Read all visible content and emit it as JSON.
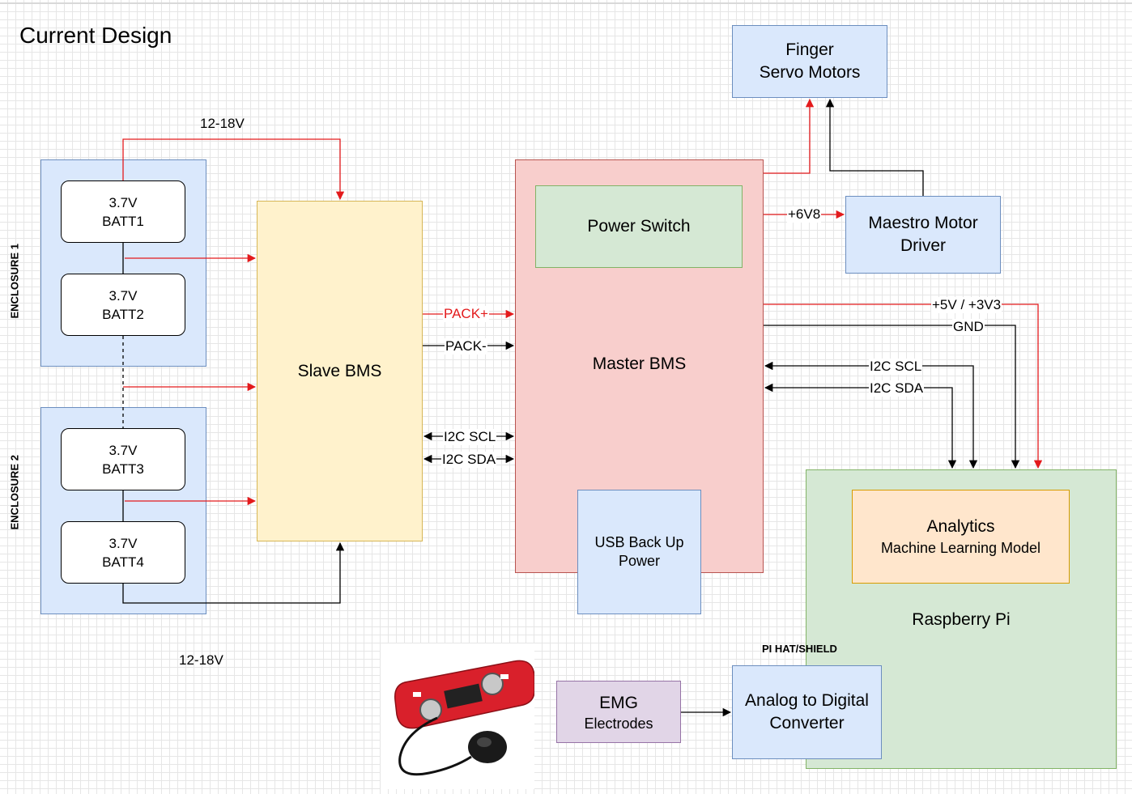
{
  "title": "Current Design",
  "enclosures": {
    "e1": "ENCLOSURE 1",
    "e2": "ENCLOSURE 2"
  },
  "batteries": [
    {
      "voltage": "3.7V",
      "name": "BATT1"
    },
    {
      "voltage": "3.7V",
      "name": "BATT2"
    },
    {
      "voltage": "3.7V",
      "name": "BATT3"
    },
    {
      "voltage": "3.7V",
      "name": "BATT4"
    }
  ],
  "blocks": {
    "slave_bms": "Slave BMS",
    "master_bms": "Master BMS",
    "power_switch": "Power Switch",
    "usb_backup_line1": "USB Back Up",
    "usb_backup_line2": "Power",
    "finger_line1": "Finger",
    "finger_line2": "Servo Motors",
    "maestro_line1": "Maestro Motor",
    "maestro_line2": "Driver",
    "analytics_line1": "Analytics",
    "analytics_line2": "Machine Learning Model",
    "raspberry_pi": "Raspberry Pi",
    "emg_line1": "EMG",
    "emg_line2": "Electrodes",
    "adc_line1": "Analog to Digital",
    "adc_line2": "Converter",
    "pi_hat": "PI HAT/SHIELD"
  },
  "labels": {
    "v_top": "12-18V",
    "v_bottom": "12-18V",
    "pack_plus": "PACK+",
    "pack_minus": "PACK-",
    "i2c_scl": "I2C SCL",
    "i2c_sda": "I2C SDA",
    "v6v8": "+6V8",
    "v5v3": "+5V / +3V3",
    "gnd": "GND"
  },
  "colors": {
    "power_wire": "#e31a1c",
    "signal_wire": "#000000"
  }
}
